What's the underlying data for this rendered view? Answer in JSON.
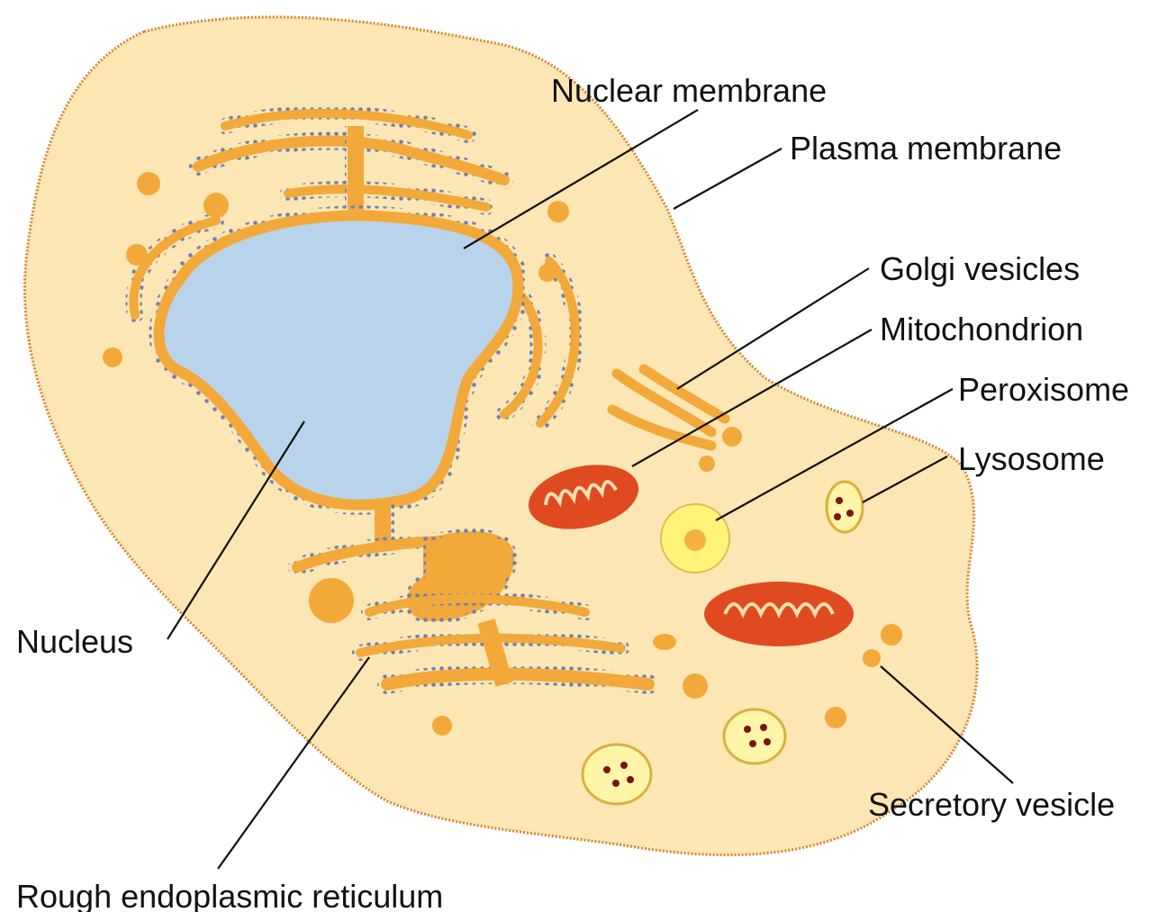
{
  "labels": {
    "nuclear_membrane": "Nuclear membrane",
    "plasma_membrane": "Plasma membrane",
    "golgi_vesicles": "Golgi vesicles",
    "mitochondrion": "Mitochondrion",
    "peroxisome": "Peroxisome",
    "lysosome": "Lysosome",
    "nucleus": "Nucleus",
    "secretory_vesicle": "Secretory vesicle",
    "rough_er": "Rough endoplasmic reticulum"
  },
  "colors": {
    "cytoplasm": "#fbe6b4",
    "plasma_membrane": "#d9832f",
    "nucleus": "#b9d4ea",
    "er": "#f2a93a",
    "ribosome": "#6f7db6",
    "mitochondrion": "#e04a20",
    "peroxisome": "#fff37a",
    "lysosome_fill": "#fff5a8",
    "lysosome_dots": "#7a1414",
    "vesicle": "#f2a93a"
  }
}
